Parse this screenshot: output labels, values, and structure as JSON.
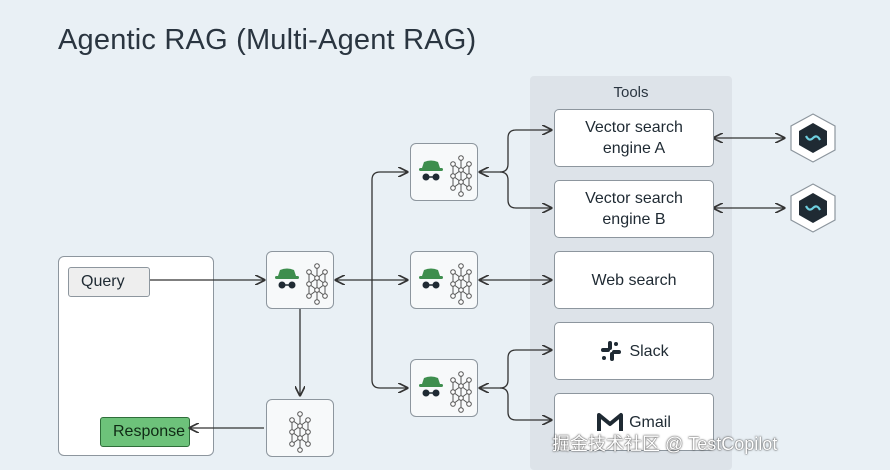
{
  "title": "Agentic RAG (Multi-Agent RAG)",
  "tools_label": "Tools",
  "query": "Query",
  "response": "Response",
  "tools": {
    "vector_a": "Vector search\nengine A",
    "vector_b": "Vector search\nengine B",
    "web": "Web search",
    "slack": "Slack",
    "gmail": "Gmail"
  },
  "watermark": "掘金技术社区 @ TestCopilot",
  "icons": {
    "agent": "spy-agent-icon",
    "network": "neural-network-icon",
    "database": "vector-db-icon",
    "slack": "slack-icon",
    "gmail": "gmail-icon"
  },
  "colors": {
    "background": "#e9f0f5",
    "response": "#6dc27a",
    "agent_hat": "#3e8e4e",
    "db_fill": "#1f2a33"
  }
}
